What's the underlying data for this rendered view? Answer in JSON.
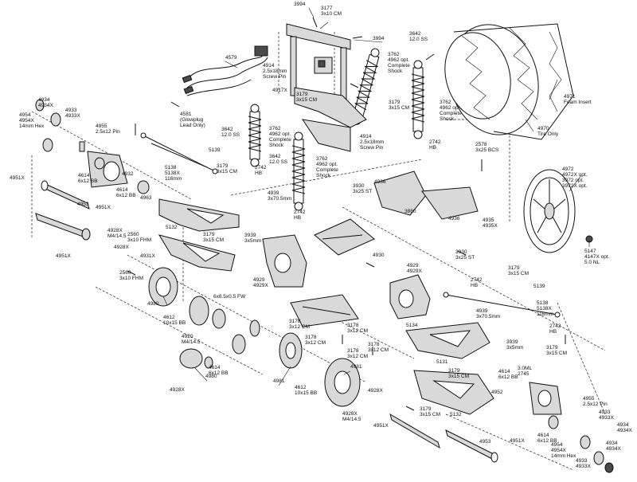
{
  "labels": {
    "l3994": "3994",
    "l3177_top": "3177\n3x10 CM",
    "l3994b": "3994",
    "l3642_top": "3642\n12.0 SS",
    "l4579": "4579",
    "l4914a": "4914\n2.5x18mm\nScrew Pin",
    "l4917x": "4917X",
    "l3762_top": "3762\n4962 opt.\nComplete\nShock",
    "l4971": "4971\nFoam Insert",
    "l4581": "4581\n(Glowplug\nLead Only)",
    "l3179_mid": "3179\n3x15 CM",
    "l3179_mid2": "3179\n3x15 CM",
    "l3762_right": "3762\n4962 opt.\nComplete\nShock",
    "l4970": "4970\nTire Only",
    "l4934_tl": "4934\n4934X",
    "l4954_tl": "4954\n4954X\n14mm Hex",
    "l4933_tl": "4933\n4933X",
    "l4955_tl": "4955\n2.5x12 Pin",
    "l3642_left": "3642\n12.0 SS",
    "l3762_left": "3762\n4962 opt.\nComplete\nShock",
    "l4914b": "4914\n2.5x18mm\nScrew Pin",
    "l2742_hb_top": "2742\nHB",
    "l2578": "2578\n3x25 BCS",
    "l5139_top": "5139",
    "l3179_left": "3179\n3x15 CM",
    "l5138": "5138\n5138X\n116mm",
    "l3642_mid": "3642\n12.0 SS",
    "l3762_mid": "3762\n4962 opt.\nComplete\nShock",
    "l3930_a": "3930\n3x25 ST",
    "l4972": "4972\n4972X opt.\n3972 opt.\n3972X opt.",
    "l4951x_a": "4951X",
    "l4614_a": "4614\n6x12 BB",
    "l4614_b": "4614\n6x12 BB",
    "l2742_hb_mid": "2742\nHB",
    "l4939": "4939\n3x70.5mm",
    "l4936": "4936",
    "l4935": "4935\n4935X",
    "l2742_hb_mid2": "2742\nHB",
    "l3880": "3880",
    "l4936b": "4936",
    "l4951x_b": "4951X",
    "l5147": "5147\n4147X opt.\n5.0 NL",
    "l4928x_a": "4928X\nM4/14.5",
    "l2560_a": "2560\n3x10 FHM",
    "l5132_a": "5132",
    "l3179_b": "3179\n3x15 CM",
    "l3939": "3939\n3x5mm",
    "l4930": "4930",
    "l3930_b": "3930\n3x25 ST",
    "l4951x_c": "4951X",
    "l4928x_b": "4928X",
    "l2560_b": "2560\n3x10 FHM",
    "l4929_a": "4929\n4929X",
    "l4929_b": "4929\n4929X",
    "l2742_r": "2742\nHB",
    "l3179_r": "3179\n3x15 CM",
    "l5139_r": "5139",
    "l4980_a": "4980",
    "l4612_a": "4612\n10x15 BB",
    "l6x85": "6x8.5x0.5 FW",
    "l4939_b": "4939\n3x70.5mm",
    "l5138_r": "5138\n5138X\n116mm",
    "l4920": "4920\nM4/14.5",
    "l3178_a": "3178\n3x12 CM",
    "l3178_b": "3178\n3x12 CM",
    "l3178_c": "3178\n3x12 CM",
    "l5134": "5134",
    "l2742_hb_r": "2742\nHB",
    "l3939_r": "3939\n3x5mm",
    "l4614_c": "4614\n6x12 BB",
    "l4980_b": "4980",
    "l3178_d": "3178\n3x12 CM",
    "l3178_e": "3178\n3x12 CM",
    "l5131": "5131",
    "l3179_rr": "3179\n3x15 CM",
    "l4981_a": "4981",
    "l3179_c": "3179\n3x15 CM",
    "l4928x_c": "4928X",
    "l4612_b": "4612\n10x15 BB",
    "l4981_b": "4981",
    "l4614_d": "4614\n6x12 BB",
    "l3dml": "3.0ML\n2745",
    "l4955_r": "4955\n2.5x12 Pin",
    "l4928x_d": "4928X",
    "l3179_d": "3179\n3x15 CM",
    "l4933_r": "4933\n4933X",
    "l4934_r": "4934\n4934X",
    "l4928x_e": "4928X\nM4/14.5",
    "l5132_b": "5132",
    "l4951x_d": "4951X",
    "l4614_e": "4614\n6x12 BB",
    "l4954_r": "4954\n4954X\n14mm Hex",
    "l4933_r2": "4933\n4933X",
    "l4934_r2": "4934\n4934X",
    "l2745": "3.0ML\n2745",
    "l4953": "4953",
    "l4963": "4963",
    "l4932": "4932",
    "l4951x_e": "4951X",
    "l4952": "4952",
    "l4931x": "4931X",
    "l4953b": "4953"
  }
}
